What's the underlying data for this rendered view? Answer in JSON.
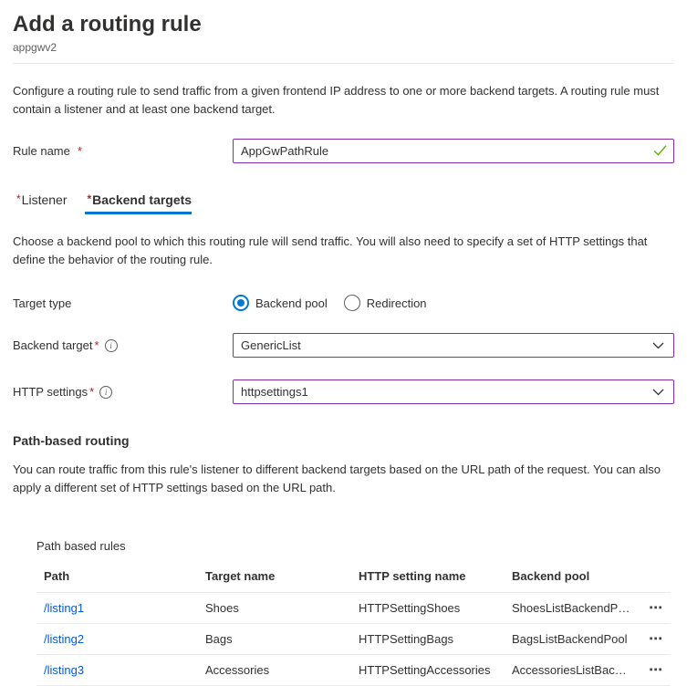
{
  "header": {
    "title": "Add a routing rule",
    "subtitle": "appgwv2"
  },
  "intro": "Configure a routing rule to send traffic from a given frontend IP address to one or more backend targets. A routing rule must contain a listener and at least one backend target.",
  "rule_name": {
    "label": "Rule name",
    "required_marker": "*",
    "value": "AppGwPathRule"
  },
  "tabs": [
    {
      "label": "Listener",
      "required_marker": "*",
      "active": false
    },
    {
      "label": "Backend targets",
      "required_marker": "*",
      "active": true
    }
  ],
  "backend_tab": {
    "description": "Choose a backend pool to which this routing rule will send traffic. You will also need to specify a set of HTTP settings that define the behavior of the routing rule.",
    "target_type": {
      "label": "Target type",
      "options": [
        {
          "label": "Backend pool",
          "selected": true
        },
        {
          "label": "Redirection",
          "selected": false
        }
      ]
    },
    "backend_target": {
      "label": "Backend target",
      "required_marker": "*",
      "value": "GenericList"
    },
    "http_settings": {
      "label": "HTTP settings",
      "required_marker": "*",
      "value": "httpsettings1"
    }
  },
  "path_based_routing": {
    "heading": "Path-based routing",
    "description": "You can route traffic from this rule's listener to different backend targets based on the URL path of the request. You can also apply a different set of HTTP settings based on the URL path.",
    "table_label": "Path based rules",
    "columns": [
      "Path",
      "Target name",
      "HTTP setting name",
      "Backend pool"
    ],
    "rows": [
      {
        "path": "/listing1",
        "target_name": "Shoes",
        "http_setting_name": "HTTPSettingShoes",
        "backend_pool": "ShoesListBackendPool"
      },
      {
        "path": "/listing2",
        "target_name": "Bags",
        "http_setting_name": "HTTPSettingBags",
        "backend_pool": "BagsListBackendPool"
      },
      {
        "path": "/listing3",
        "target_name": "Accessories",
        "http_setting_name": "HTTPSettingAccessories",
        "backend_pool": "AccessoriesListBackendP…"
      }
    ],
    "row_menu_icon": "⋯"
  },
  "icons": {
    "info": "i",
    "valid_check": "check-mark",
    "dropdown_chevron": "chevron-down"
  },
  "colors": {
    "accent_blue": "#0078d4",
    "dirty_purple": "#8a2da5",
    "valid_green": "#5db300",
    "required_red": "#a4262c",
    "link_blue": "#015cda",
    "text": "#323130",
    "text_secondary": "#605e5c",
    "divider": "#edebe9"
  }
}
